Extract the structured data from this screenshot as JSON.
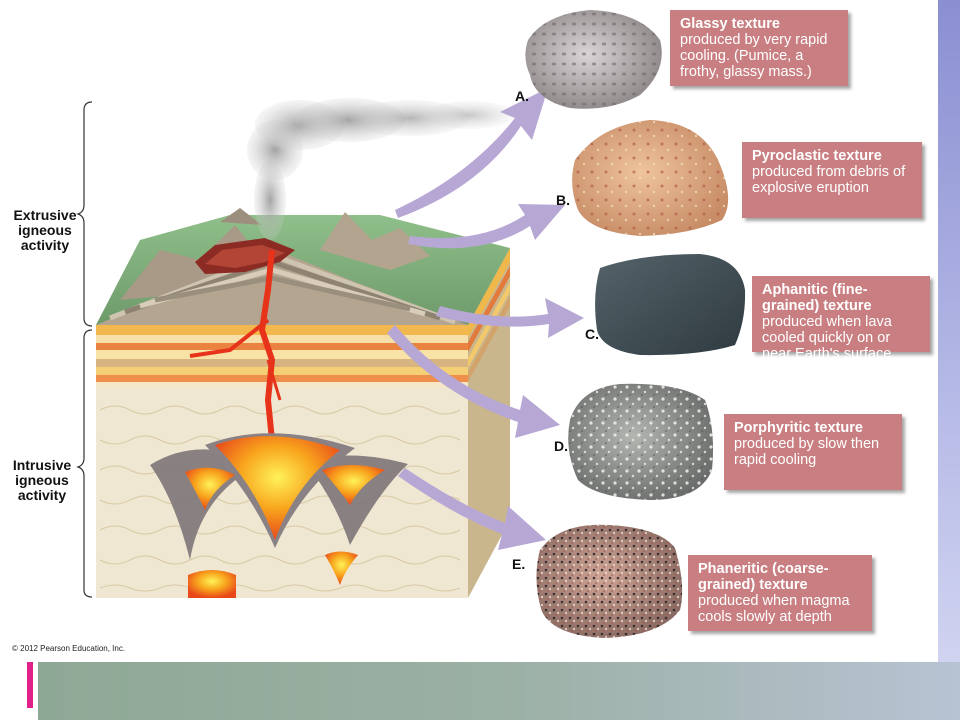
{
  "left_labels": {
    "extrusive": [
      "Extrusive",
      "igneous",
      "activity"
    ],
    "intrusive": [
      "Intrusive",
      "igneous",
      "activity"
    ]
  },
  "textures": [
    {
      "letter": "A.",
      "bold": "Glassy texture",
      "rest": " produced by very rapid cooling. (Pumice, a frothy, glassy mass.)"
    },
    {
      "letter": "B.",
      "bold": "Pyroclastic texture",
      "rest": " produced from debris of explosive eruption"
    },
    {
      "letter": "C.",
      "bold": "Aphanitic (fine-grained) texture",
      "rest": " produced when lava cooled quickly on or near Earth's surface"
    },
    {
      "letter": "D.",
      "bold": "Porphyritic texture",
      "rest": " produced by slow then rapid cooling"
    },
    {
      "letter": "E.",
      "bold": "Phaneritic (coarse-grained) texture",
      "rest": " produced when magma cools slowly at depth"
    }
  ],
  "copyright": "© 2012 Pearson Education, Inc.",
  "colors": {
    "label_box": "#c97f82",
    "arrow": "#b7a7d4",
    "magma": "#f27a1c",
    "side_bar": "#8a8fd2",
    "bottom_bar": "#9bb0a4",
    "accent": "#e0218a"
  }
}
